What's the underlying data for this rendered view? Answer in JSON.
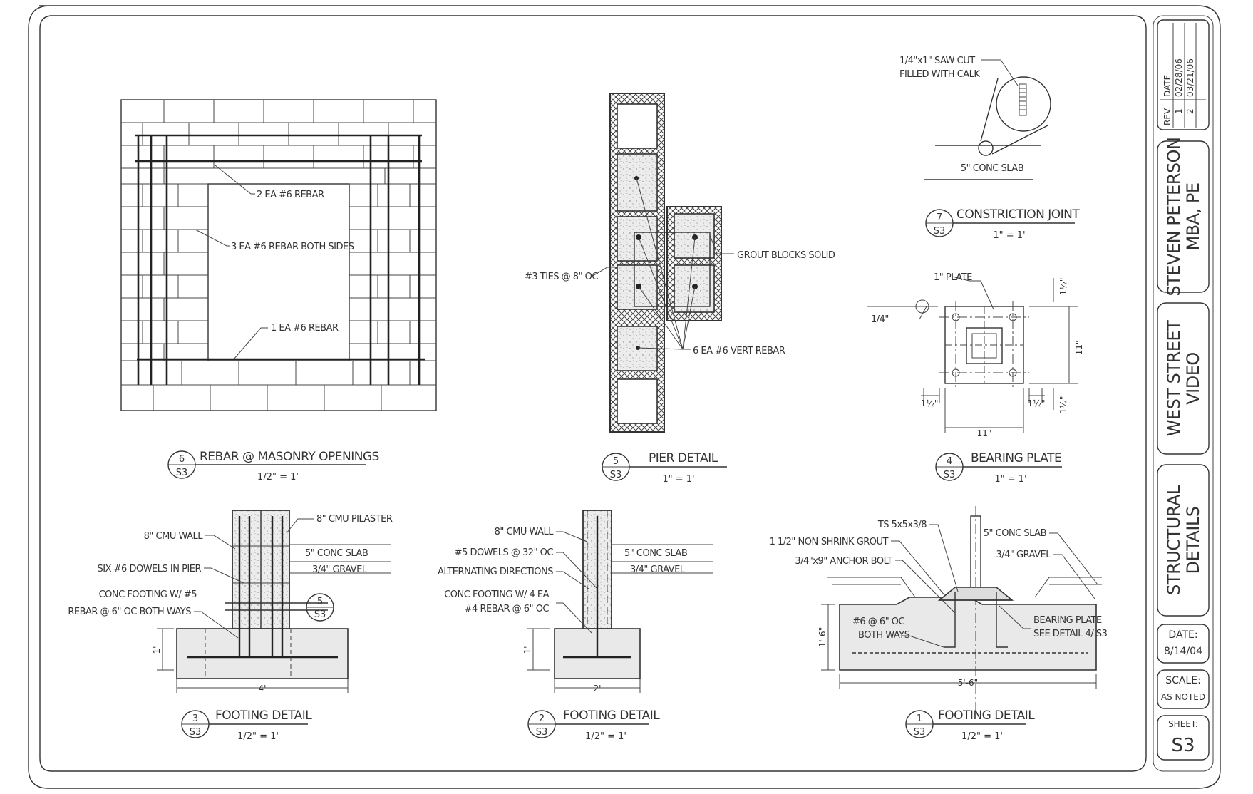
{
  "title_block": {
    "rev_header": "REV.",
    "date_header": "DATE",
    "revisions": [
      {
        "rev": "1",
        "date": "02/28/06"
      },
      {
        "rev": "2",
        "date": "03/21/06"
      }
    ],
    "engineer_line1": "STEVEN PETERSON",
    "engineer_line2": "MBA, PE",
    "project_line1": "WEST STREET",
    "project_line2": "VIDEO",
    "sheet_title_line1": "STRUCTURAL",
    "sheet_title_line2": "DETAILS",
    "date_label": "DATE:",
    "date_value": "8/14/04",
    "scale_label": "SCALE:",
    "scale_value": "AS NOTED",
    "sheet_label": "SHEET:",
    "sheet_value": "S3"
  },
  "details": {
    "d6": {
      "num": "6",
      "sheet": "S3",
      "title": "REBAR @ MASONRY OPENINGS",
      "scale": "1/2\" = 1'",
      "notes": [
        "2 EA #6 REBAR",
        "3 EA #6 REBAR BOTH SIDES",
        "1 EA #6 REBAR"
      ]
    },
    "d5": {
      "num": "5",
      "sheet": "S3",
      "title": "PIER DETAIL",
      "scale": "1\" = 1'",
      "notes": [
        "#3 TIES @ 8\" OC",
        "GROUT BLOCKS SOLID",
        "6 EA #6 VERT REBAR"
      ]
    },
    "d7": {
      "num": "7",
      "sheet": "S3",
      "title": "CONSTRICTION JOINT",
      "scale": "1\" = 1'",
      "notes": [
        "1/4\"x1\" SAW CUT",
        "FILLED WITH CALK",
        "5\" CONC SLAB"
      ]
    },
    "d4": {
      "num": "4",
      "sheet": "S3",
      "title": "BEARING PLATE",
      "scale": "1\" = 1'",
      "notes": [
        "1\" PLATE",
        "1/4\"",
        "11\"",
        "11\"",
        "1½\"",
        "1½\"",
        "1½\"",
        "1½\""
      ]
    },
    "d3": {
      "num": "3",
      "sheet": "S3",
      "title": "FOOTING DETAIL",
      "scale": "1/2\" = 1'",
      "notes": [
        "8\" CMU PILASTER",
        "8\" CMU WALL",
        "5\" CONC SLAB",
        "3/4\" GRAVEL",
        "SIX #6 DOWELS IN PIER",
        "CONC FOOTING W/ #5",
        "REBAR @ 6\" OC BOTH WAYS",
        "1'",
        "4'"
      ],
      "callout_num": "5",
      "callout_sheet": "S3"
    },
    "d2": {
      "num": "2",
      "sheet": "S3",
      "title": "FOOTING DETAIL",
      "scale": "1/2\" = 1'",
      "notes": [
        "8\" CMU WALL",
        "5\" CONC SLAB",
        "#5 DOWELS @ 32\" OC",
        "3/4\" GRAVEL",
        "ALTERNATING DIRECTIONS",
        "CONC FOOTING W/ 4 EA",
        "#4 REBAR @ 6\" OC",
        "1'",
        "2'"
      ]
    },
    "d1": {
      "num": "1",
      "sheet": "S3",
      "title": "FOOTING DETAIL",
      "scale": "1/2\" = 1'",
      "notes": [
        "TS 5x5x3/8",
        "5\" CONC SLAB",
        "1 1/2\" NON-SHRINK GROUT",
        "3/4\" GRAVEL",
        "3/4\"x9\" ANCHOR BOLT",
        "#6 @ 6\" OC",
        "BOTH WAYS",
        "BEARING PLATE",
        "SEE DETAIL 4/ S3",
        "1'-6\"",
        "5'-6\""
      ]
    }
  }
}
